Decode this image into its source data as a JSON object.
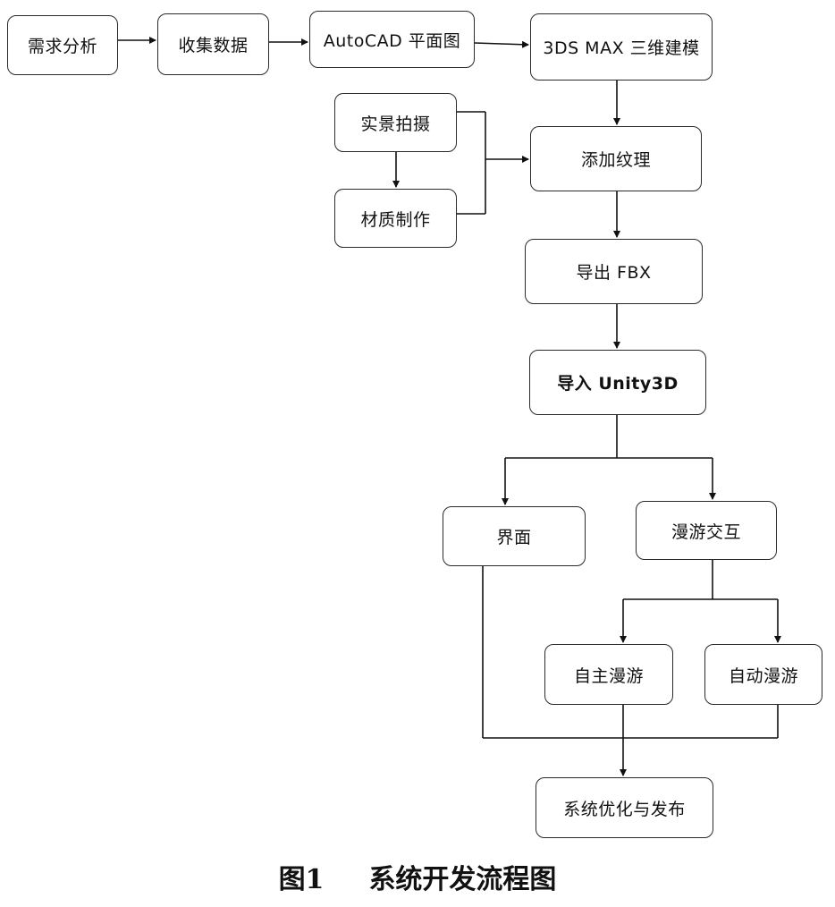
{
  "nodes": {
    "requirements": "需求分析",
    "collect_data": "收集数据",
    "autocad": "AutoCAD 平面图",
    "max_modeling": "3DS MAX 三维建模",
    "photo": "实景拍摄",
    "material": "材质制作",
    "texture": "添加纹理",
    "export_fbx": "导出 FBX",
    "import_unity": "导入 Unity3D",
    "interface": "界面",
    "roaming_interaction": "漫游交互",
    "free_roam": "自主漫游",
    "auto_roam": "自动漫游",
    "optimize_publish": "系统优化与发布"
  },
  "caption": {
    "number": "图1",
    "title": "系统开发流程图"
  }
}
